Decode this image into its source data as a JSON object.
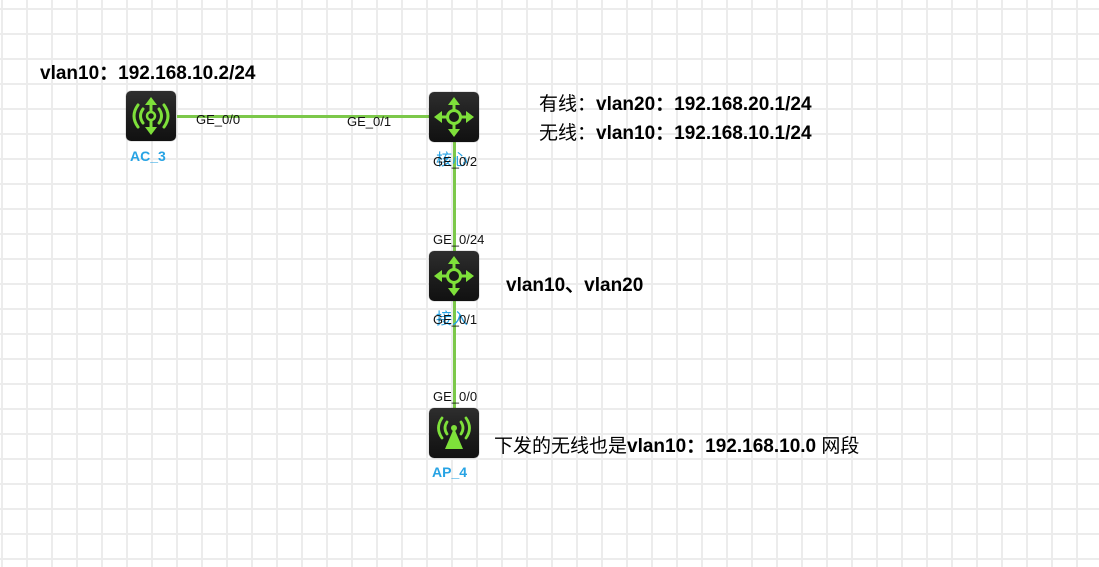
{
  "diagram": {
    "devices": {
      "ac": {
        "label": "AC_3",
        "icon": "wireless-controller-icon"
      },
      "core": {
        "label": "核心",
        "icon": "layer3-switch-icon"
      },
      "access": {
        "label": "接入",
        "icon": "layer3-switch-icon"
      },
      "ap": {
        "label": "AP_4",
        "icon": "access-point-icon"
      }
    },
    "ports": {
      "ac_ge00": "GE_0/0",
      "core_ge01": "GE_0/1",
      "core_ge02": "GE_0/2",
      "access_ge024": "GE_0/24",
      "access_ge01": "GE_0/1",
      "ap_ge00": "GE_0/0"
    },
    "links": [
      {
        "from": "AC_3:GE_0/0",
        "to": "核心:GE_0/1"
      },
      {
        "from": "核心:GE_0/2",
        "to": "接入:GE_0/24"
      },
      {
        "from": "接入:GE_0/1",
        "to": "AP_4:GE_0/0"
      }
    ],
    "notes": {
      "ac_vlan": "vlan10：192.168.10.2/24",
      "core_wired_prefix": "有线：",
      "core_wired": "vlan20：192.168.20.1/24",
      "core_wireless_prefix": "无线：",
      "core_wireless": "vlan10：192.168.10.1/24",
      "access_vlans": "vlan10、vlan20",
      "ap_prefix": "下发的无线也是",
      "ap_subnet": "vlan10：192.168.10.0",
      "ap_suffix": " 网段"
    },
    "colors": {
      "link": "#7cc84a",
      "icon_green": "#7ee03a",
      "device_label": "#27a3e4",
      "device_bg": "#1e1e1e",
      "grid": "#ececec"
    }
  }
}
